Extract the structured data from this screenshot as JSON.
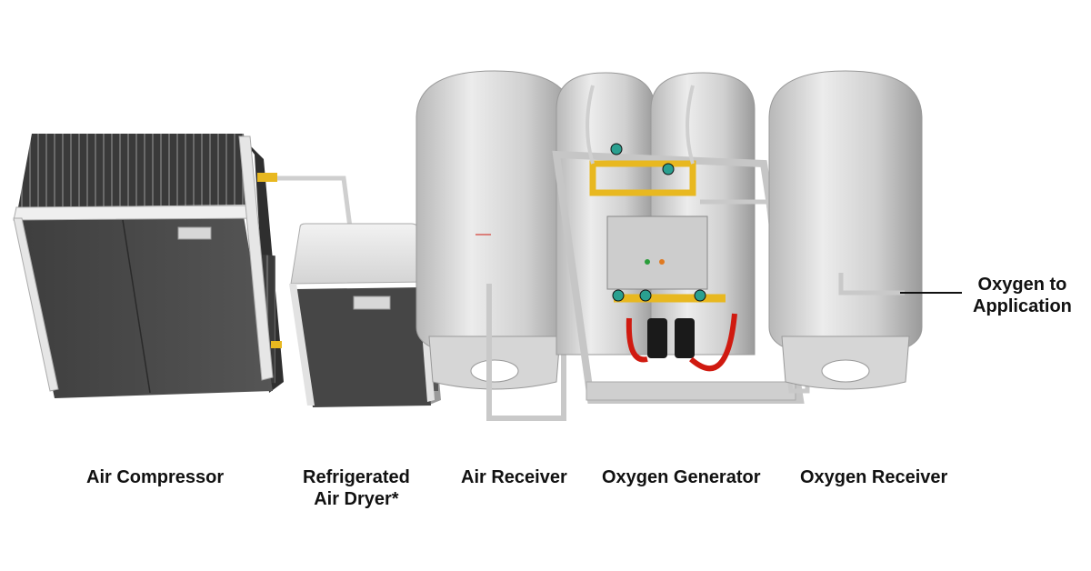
{
  "diagram": {
    "title": "Oxygen generation system layout",
    "components": [
      {
        "id": "air-compressor",
        "label": "Air Compressor"
      },
      {
        "id": "refrigerated-air-dryer",
        "label": "Refrigerated\nAir Dryer*"
      },
      {
        "id": "air-receiver",
        "label": "Air Receiver"
      },
      {
        "id": "oxygen-generator",
        "label": "Oxygen Generator"
      },
      {
        "id": "oxygen-receiver",
        "label": "Oxygen Receiver"
      }
    ],
    "output_callout": {
      "label": "Oxygen to\nApplication"
    },
    "colors": {
      "cabinet_dark": "#4a4a4a",
      "cabinet_trim": "#e6e6e6",
      "tank": "#d0d0d0",
      "brass": "#e8b820",
      "hose_red": "#d01a10",
      "filter_black": "#1a1a1a",
      "valve_teal": "#2aa090",
      "frame": "#c8c8c8"
    }
  }
}
